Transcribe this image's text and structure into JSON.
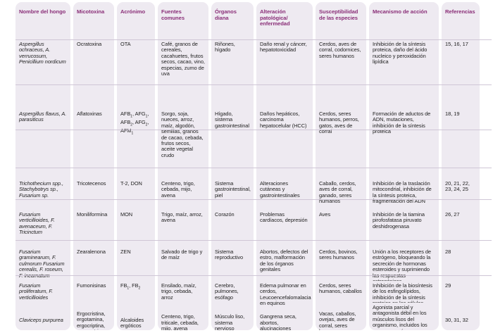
{
  "headers": {
    "fungus": "Nombre del hongo",
    "mycotoxin": "Micotoxina",
    "acronym": "Acrónimo",
    "sources": "Fuentes comunes",
    "organs": "Órganos diana",
    "alteration": "Alteración patológica/ enfermedad",
    "species": "Susceptibilidad de las especies",
    "mechanism": "Mecanismo de acción",
    "refs": "Referencias"
  },
  "rows": [
    {
      "fungus": "Aspergillus ochraceus, A. verrucosum, Penicillium nordicum",
      "mycotoxin": "Ocratoxina",
      "acronym": "OTA",
      "sources": "Café, granos de cereales, cacahuetes, frutos secos, cacao, vino, especias, zumo de uva",
      "organs": "Riñones, hígado",
      "alteration": "Daño renal y cáncer, hepatotoxicidad",
      "species": "Cerdos, aves de corral, codornices, seres humanos",
      "mechanism": "Inhibición de la síntesis proteica, daño del ácido nucleico y peroxidación lipídica",
      "refs": "15, 16, 17"
    },
    {
      "fungus": "Aspergillus flavus, A. parasiticus",
      "mycotoxin": "Aflatoxinas",
      "acronym": "AFB1, AFG1, AFB2, AFG2, AFM1",
      "sources": "Sorgo, soja, nueces, arroz, maíz, algodón, semillas, granos de cacao, cebada, frutos secos, aceite vegetal crudo",
      "organs": "Hígado, sistema gastrointestinal",
      "alteration": "Daños hepáticos, carcinoma hepatocelular (HCC)",
      "species": "Cerdos, seres humanos, perros, gatos, aves de corral",
      "mechanism": "Formación de aductos de ADN, mutaciones, inhibición de la síntesis proteica",
      "refs": "18, 19"
    },
    {
      "fungus": "Trichothecium spp., Stachybotrys sp., Fusarium sp.",
      "mycotoxin": "Tricotecenos",
      "acronym": "T-2, DON",
      "sources": "Centeno, trigo, cebada, mijo, avena",
      "organs": "Sistema gastrointestinal, piel",
      "alteration": "Alteraciones cutáneas y gastrointestinales",
      "species": "Caballo, cerdos, aves de corral, ganado, seres humanos",
      "mechanism": "Inhibición de la traslación mitocondrial, inhibición de la síntesis proteica, fragmentación del ADN",
      "refs": "20, 21, 22, 23, 24, 25"
    },
    {
      "fungus": "Fusarium verticillioides, F. avenaceum, F. Tricinctum",
      "mycotoxin": "Moniliformina",
      "acronym": "MON",
      "sources": "Trigo, maíz, arroz, avena",
      "organs": "Corazón",
      "alteration": "Problemas cardíacos, depresión",
      "species": "Aves",
      "mechanism": "Inhibición de la tiamina pirofosfatasa piruvato deshidrogenasa",
      "refs": "26, 27"
    },
    {
      "fungus": "Fusarium graminearum, F. culmorum Fusarium cerealis, F. roseum, F. incarnatum",
      "mycotoxin": "Zearalenona",
      "acronym": "ZEN",
      "sources": "Salvado de trigo y de maíz",
      "organs": "Sistema reproductivo",
      "alteration": "Abortos, defectos del estro, malformación de los órganos genitales",
      "species": "Cerdos, bovinos, seres humanos",
      "mechanism": "Unión a los receptores de estrógeno, bloqueando la secreción de hormonas esteroides y suprimiendo las respuestas estrogénicas",
      "refs": "28"
    },
    {
      "fungus": "Fusarium proliferatum, F. verticillioides",
      "mycotoxin": "Fumonisinas",
      "acronym": "FB1, FB2",
      "sources": "Ensilado, maíz, trigo, cebada, arroz",
      "organs": "Cerebro, pulmones, esófago",
      "alteration": "Edema pulmonar en cerdos, Leucoencefalomalacia en equinos",
      "species": "Cerdos, seres humanos, caballos",
      "mechanism": "Inhibición de la biosíntesis de los esfingolípidos, inhibición de la síntesis proteica en las células eucarióticas",
      "refs": "29"
    },
    {
      "fungus": "Claviceps purpurea",
      "mycotoxin": "Ergocristina, ergotamina, ergocriptina, ergometrina",
      "acronym": "Alcaloides ergóticos",
      "sources": "Centeno, trigo, triticale, cebada, mijo, avena",
      "organs": "Músculo liso, sistema nervioso",
      "alteration": "Gangrena seca, abortos, alucinaciones",
      "species": "Vacas, caballos, ovejas, aves de corral, seres humanos",
      "mechanism": "Agonista parcial y antagonista débil en los músculos lisos del organismo, incluidos los vasos sanguíneos, y antagonista en el sistema nervioso central",
      "refs": "30, 31, 32"
    }
  ]
}
